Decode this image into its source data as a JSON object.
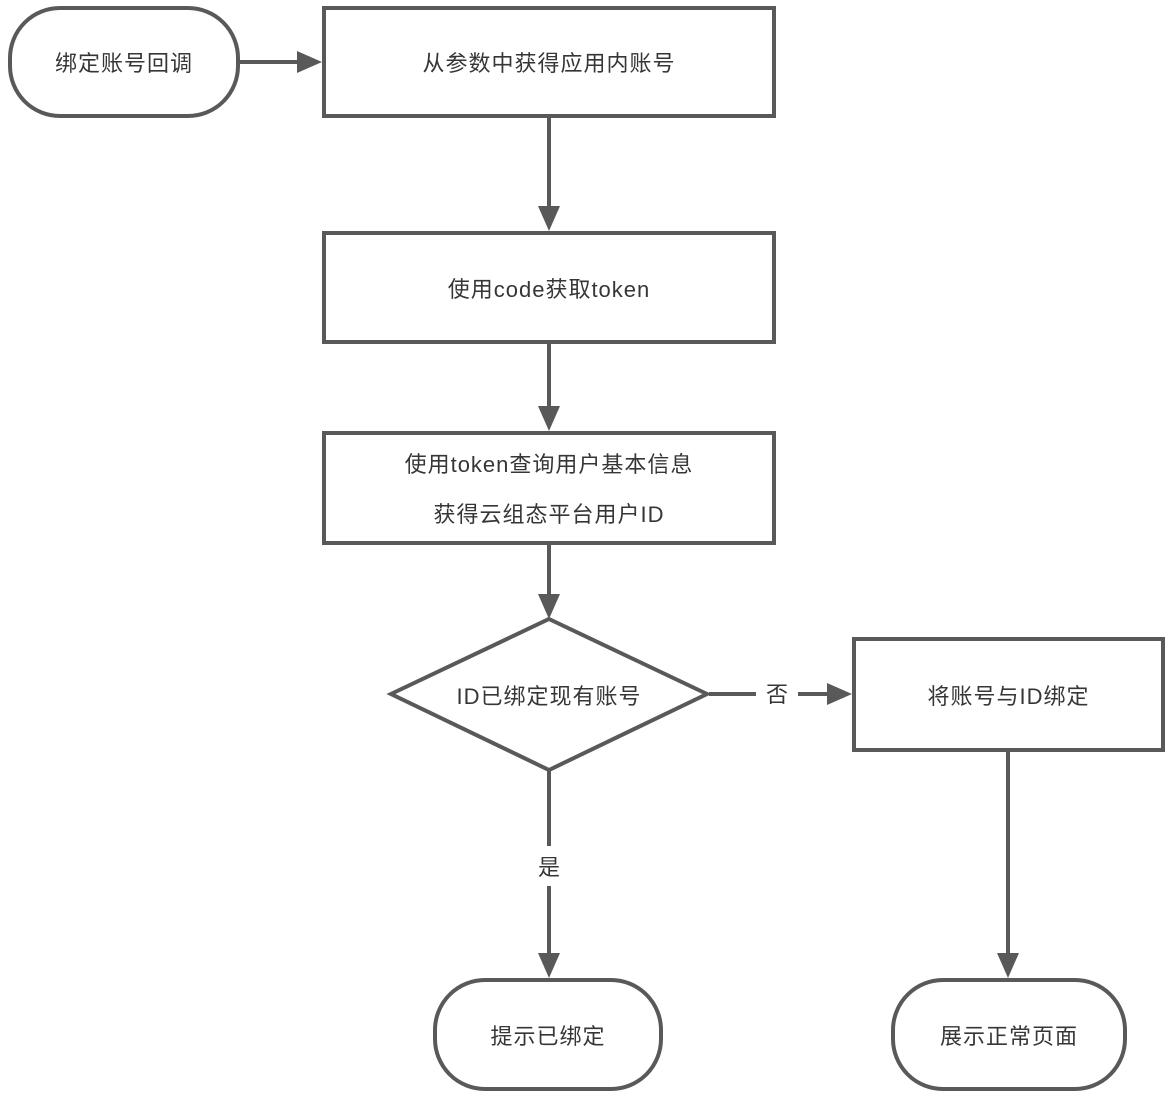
{
  "style": {
    "stroke_color": "#595959",
    "text_color": "#363636",
    "node_fill": "#ffffff"
  },
  "flowchart": {
    "nodes": {
      "start": {
        "type": "terminal",
        "label": "绑定账号回调"
      },
      "get_account": {
        "type": "process",
        "label": "从参数中获得应用内账号"
      },
      "get_token": {
        "type": "process",
        "label": "使用code获取token"
      },
      "query_user": {
        "type": "process",
        "line1": "使用token查询用户基本信息",
        "line2": "获得云组态平台用户ID"
      },
      "decision": {
        "type": "decision",
        "label": "ID已绑定现有账号"
      },
      "bind_account": {
        "type": "process",
        "label": "将账号与ID绑定"
      },
      "already_bound": {
        "type": "terminal",
        "label": "提示已绑定"
      },
      "normal_page": {
        "type": "terminal",
        "label": "展示正常页面"
      }
    },
    "edge_labels": {
      "no": "否",
      "yes": "是"
    }
  }
}
